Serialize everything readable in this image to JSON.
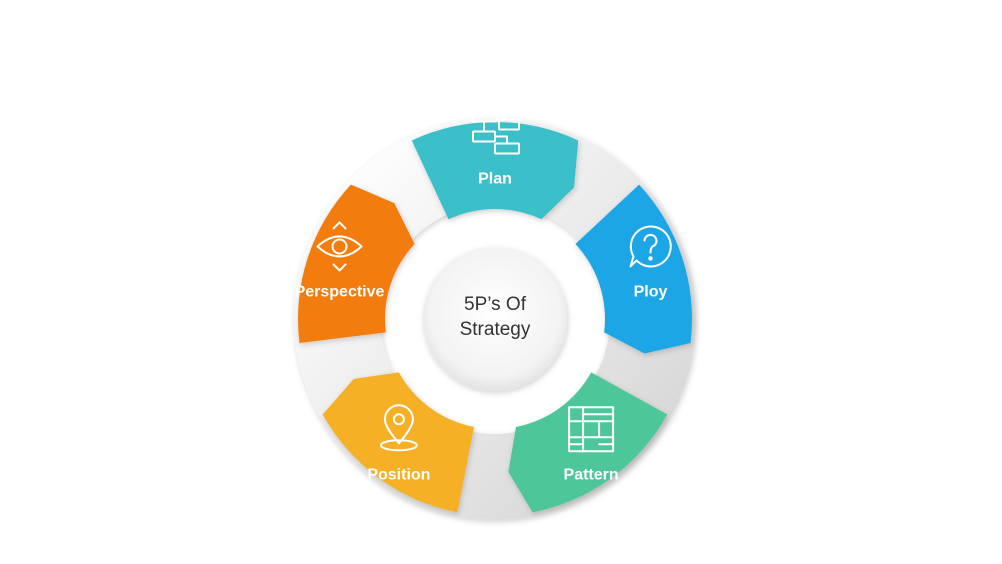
{
  "center": {
    "line1": "5P’s Of",
    "line2": "Strategy"
  },
  "segments": [
    {
      "label": "Plan",
      "color": "#3bbfc9",
      "icon": "flowchart-icon"
    },
    {
      "label": "Ploy",
      "color": "#1ea6e6",
      "icon": "question-bubble-icon"
    },
    {
      "label": "Pattern",
      "color": "#4ec79a",
      "icon": "grid-pattern-icon"
    },
    {
      "label": "Position",
      "color": "#f6b026",
      "icon": "map-pin-icon"
    },
    {
      "label": "Perspective",
      "color": "#f27c0c",
      "icon": "eye-icon"
    }
  ]
}
